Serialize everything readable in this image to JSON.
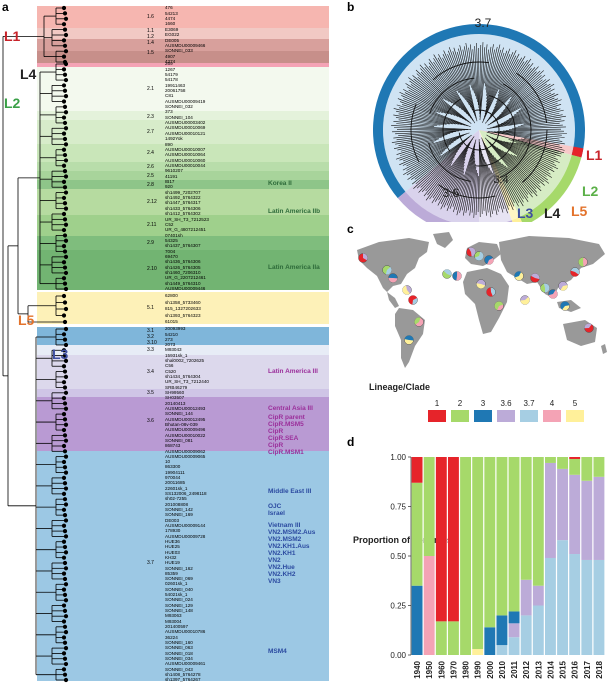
{
  "panels": {
    "a": "a",
    "b": "b",
    "c": "c",
    "d": "d"
  },
  "colors": {
    "L1": "#e6242a",
    "L2": "#a6d96a",
    "L3": "#1f78b4",
    "L3_6": "#bcabd8",
    "L3_7": "#a6cee3",
    "L4": "#f4a3b5",
    "L5": "#fff09a"
  },
  "tree_a": {
    "lineage_tags": {
      "L1": "L1",
      "L2": "L2",
      "L3": "L3",
      "L4": "L4",
      "L5": "L5"
    },
    "clades": [
      "1.6",
      "1.1",
      "1.2",
      "1.4",
      "1.5",
      "2.1",
      "2.3",
      "2.7",
      "2.4",
      "2.6",
      "2.5",
      "2.8",
      "2.12",
      "2.11",
      "2.9",
      "2.10",
      "5.1",
      "3.1",
      "3.2",
      "3.10",
      "3.3",
      "3.4",
      "3.5",
      "3.6",
      "3.7"
    ],
    "leaves_L1": [
      "476",
      "54213",
      "4474",
      "1660",
      "E3069",
      "EG022",
      "DE005",
      "AUSMDU00009466",
      "SONNEI_033",
      "4907",
      "4374"
    ],
    "leaves_L2": [
      "269",
      "1267",
      "54179",
      "54178",
      "19911463",
      "20061758",
      "C81",
      "AUSMDU00009419",
      "SONNEI_032",
      "373",
      "SONNEI_104",
      "AUSMDU00003402",
      "AUSMDU00010069",
      "AUSMDU00010121",
      "1492Yok",
      "890",
      "AUSMDU00010007",
      "AUSMDU00010064",
      "AUSMDU00010060",
      "AUSMDU00010044",
      "9610207",
      "41191",
      "IB17",
      "920",
      "sh1499_7202707",
      "sh1492_5764322",
      "sh1447_5764317",
      "sh1433_5764306",
      "sh1412_5764302",
      "UR_SH_T3_7212523",
      "C52",
      "UR_G_4807212451",
      "07401sh",
      "54325",
      "sh1437_5764307",
      "7004",
      "69470",
      "sh1436_5764306",
      "sh1426_5764305",
      "sh1460_7206310",
      "UR_G_2207212461",
      "sh1449_5764310",
      "AUSMDU00009446"
    ],
    "leaves_L5": [
      "62800",
      "sh1358_5733460",
      "815_1327202633",
      "sh1393_5764323",
      "61015"
    ],
    "leaves_L3": [
      "20093993",
      "54210",
      "273",
      "2073",
      "M93043",
      "15931sk_1",
      "shal0002_7202625",
      "C56",
      "C520",
      "sh1434_5764304",
      "UR_SH_T3_7212440",
      "SRB46279",
      "SH99560",
      "SH03507",
      "20140413",
      "AUSMDU00012493",
      "SONNEI_144",
      "AUSMDU00012495",
      "Bhutan-08v-039",
      "AUSMDU00009496",
      "AUSMDU00010022",
      "SONNEI_081",
      "868743",
      "AUSMDU00009062",
      "AUSMDU00009065",
      "10",
      "863300",
      "19904111",
      "970044",
      "20011685",
      "22601sk_1",
      "SS132006_2498118",
      "sh02-7255",
      "201008808",
      "SONNEI_142",
      "SONNEI_169",
      "DE003",
      "AUSMDU00009144",
      "178930",
      "AUSMDU00009728",
      "HUE36",
      "HUE25",
      "HUE03",
      "KH32",
      "HUE19",
      "SONNEI_162",
      "85359",
      "SONNEI_069",
      "02601sk_1",
      "SONNEI_040",
      "54021sk_1",
      "SONNEI_024",
      "SONNEI_129",
      "SONNEI_148",
      "M93063",
      "M93004",
      "201400597",
      "AUSMDU00010786",
      "36224",
      "SONNEI_160",
      "SONNEI_063",
      "SONNEI_018",
      "SONNEI_034",
      "AUSMDU00009461",
      "SONNEI_043",
      "sh1408_5764278",
      "sh1397_5764267"
    ],
    "annotations_L2": [
      {
        "label": "Korea II",
        "color": "#2e6b3a"
      },
      {
        "label": "Latin America IIb",
        "color": "#2e6b3a"
      },
      {
        "label": "Latin America IIa",
        "color": "#2e6b3a"
      }
    ],
    "annotations_L3": [
      {
        "label": "Latin America III",
        "color": "#9b2f9b"
      },
      {
        "label": "Central Asia III",
        "color": "#9b2f9b"
      },
      {
        "label": "CipR parent",
        "color": "#9b2f9b"
      },
      {
        "label": "CipR.MSM5",
        "color": "#9b2f9b"
      },
      {
        "label": "CipR",
        "color": "#9b2f9b"
      },
      {
        "label": "CipR.SEA",
        "color": "#9b2f9b"
      },
      {
        "label": "CipR",
        "color": "#9b2f9b"
      },
      {
        "label": "CipR.MSM1",
        "color": "#9b2f9b"
      },
      {
        "label": "Middle East III",
        "color": "#2b4aa0"
      },
      {
        "label": "OJC",
        "color": "#2b4aa0"
      },
      {
        "label": "Israel",
        "color": "#2b4aa0"
      },
      {
        "label": "Vietnam III",
        "color": "#2b4aa0"
      },
      {
        "label": "VN2.MSM2.Aus",
        "color": "#2b4aa0"
      },
      {
        "label": "VN2.MSM2",
        "color": "#2b4aa0"
      },
      {
        "label": "VN2.KH1.Aus",
        "color": "#2b4aa0"
      },
      {
        "label": "VN2.KH1",
        "color": "#2b4aa0"
      },
      {
        "label": "VN2",
        "color": "#2b4aa0"
      },
      {
        "label": "VN2.Hue",
        "color": "#2b4aa0"
      },
      {
        "label": "VN2.KH2",
        "color": "#2b4aa0"
      },
      {
        "label": "VN3",
        "color": "#2b4aa0"
      },
      {
        "label": "MSM4",
        "color": "#2b4aa0"
      }
    ]
  },
  "circle_b": {
    "labels": {
      "c37": "3.7",
      "c36": "3.6",
      "c34": "3.4",
      "L1": "L1",
      "L2": "L2",
      "L3": "L3",
      "L4": "L4",
      "L5": "L5"
    }
  },
  "map_c": {
    "legend_title": "Lineage/Clade",
    "legend": [
      {
        "label": "1",
        "color": "#e6242a"
      },
      {
        "label": "2",
        "color": "#a6d96a"
      },
      {
        "label": "3",
        "color": "#1f78b4"
      },
      {
        "label": "3.6",
        "color": "#bcabd8"
      },
      {
        "label": "3.7",
        "color": "#a6cee3"
      },
      {
        "label": "4",
        "color": "#f4a3b5"
      },
      {
        "label": "5",
        "color": "#fff09a"
      }
    ]
  },
  "chart_data": {
    "type": "bar",
    "stacked": true,
    "ylabel": "Proportion of genomes",
    "yticks": [
      "0.00",
      "0.25",
      "0.50",
      "0.75",
      "1.00"
    ],
    "ylim": [
      0,
      1
    ],
    "categories": [
      "1940",
      "1950",
      "1960",
      "1970",
      "1980",
      "1990",
      "2000",
      "2010",
      "2011",
      "2012",
      "2013",
      "2014",
      "2015",
      "2016",
      "2017",
      "2018"
    ],
    "series": [
      {
        "name": "1",
        "color": "#e6242a",
        "values": [
          0.13,
          0.0,
          0.83,
          0.83,
          0.0,
          0.0,
          0.0,
          0.0,
          0.0,
          0.0,
          0.0,
          0.0,
          0.0,
          0.01,
          0.0,
          0.0
        ]
      },
      {
        "name": "2",
        "color": "#a6d96a",
        "values": [
          0.52,
          0.5,
          0.17,
          0.17,
          1.0,
          0.97,
          0.86,
          0.8,
          0.78,
          0.62,
          0.65,
          0.03,
          0.06,
          0.08,
          0.12,
          0.1
        ]
      },
      {
        "name": "3",
        "color": "#1f78b4",
        "values": [
          0.35,
          0.0,
          0.0,
          0.0,
          0.0,
          0.0,
          0.14,
          0.15,
          0.06,
          0.0,
          0.0,
          0.0,
          0.0,
          0.0,
          0.0,
          0.0
        ]
      },
      {
        "name": "3.6",
        "color": "#bcabd8",
        "values": [
          0.0,
          0.0,
          0.0,
          0.0,
          0.0,
          0.0,
          0.0,
          0.0,
          0.07,
          0.18,
          0.1,
          0.48,
          0.36,
          0.4,
          0.4,
          0.42
        ]
      },
      {
        "name": "3.7",
        "color": "#a6cee3",
        "values": [
          0.0,
          0.0,
          0.0,
          0.0,
          0.0,
          0.0,
          0.0,
          0.05,
          0.09,
          0.2,
          0.25,
          0.49,
          0.58,
          0.51,
          0.48,
          0.48
        ]
      },
      {
        "name": "4",
        "color": "#f4a3b5",
        "values": [
          0.0,
          0.5,
          0.0,
          0.0,
          0.0,
          0.0,
          0.0,
          0.0,
          0.0,
          0.0,
          0.0,
          0.0,
          0.0,
          0.0,
          0.0,
          0.0
        ]
      },
      {
        "name": "5",
        "color": "#fff09a",
        "values": [
          0.0,
          0.0,
          0.0,
          0.0,
          0.0,
          0.03,
          0.0,
          0.0,
          0.0,
          0.0,
          0.0,
          0.0,
          0.0,
          0.0,
          0.0,
          0.0
        ]
      }
    ]
  }
}
